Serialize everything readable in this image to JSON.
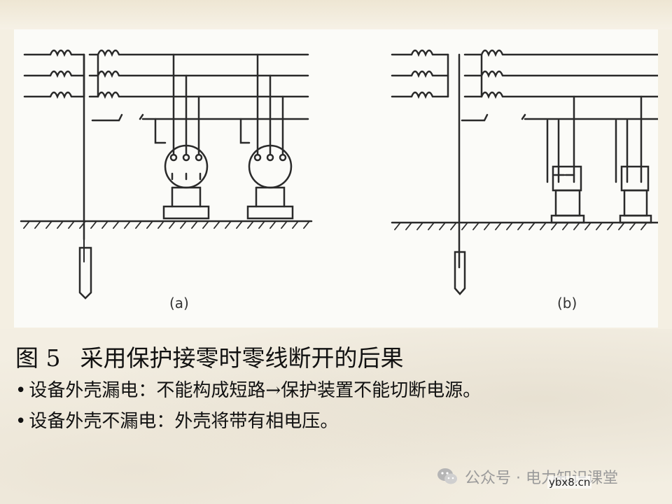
{
  "figure": {
    "panel_labels": [
      "(a)",
      "(b)"
    ]
  },
  "caption": {
    "figure_number": "图 5",
    "title": "采用保护接零时零线断开的后果",
    "bullets": [
      {
        "marker": "•",
        "text": "设备外壳漏电：不能构成短路→保护装置不能切断电源。"
      },
      {
        "marker": "•",
        "text": "设备外壳不漏电：外壳将带有相电压。"
      }
    ]
  },
  "watermark": {
    "account": "公众号 · 电力知识课堂",
    "icon": "wechat-icon",
    "site": "ybx8.cn"
  }
}
